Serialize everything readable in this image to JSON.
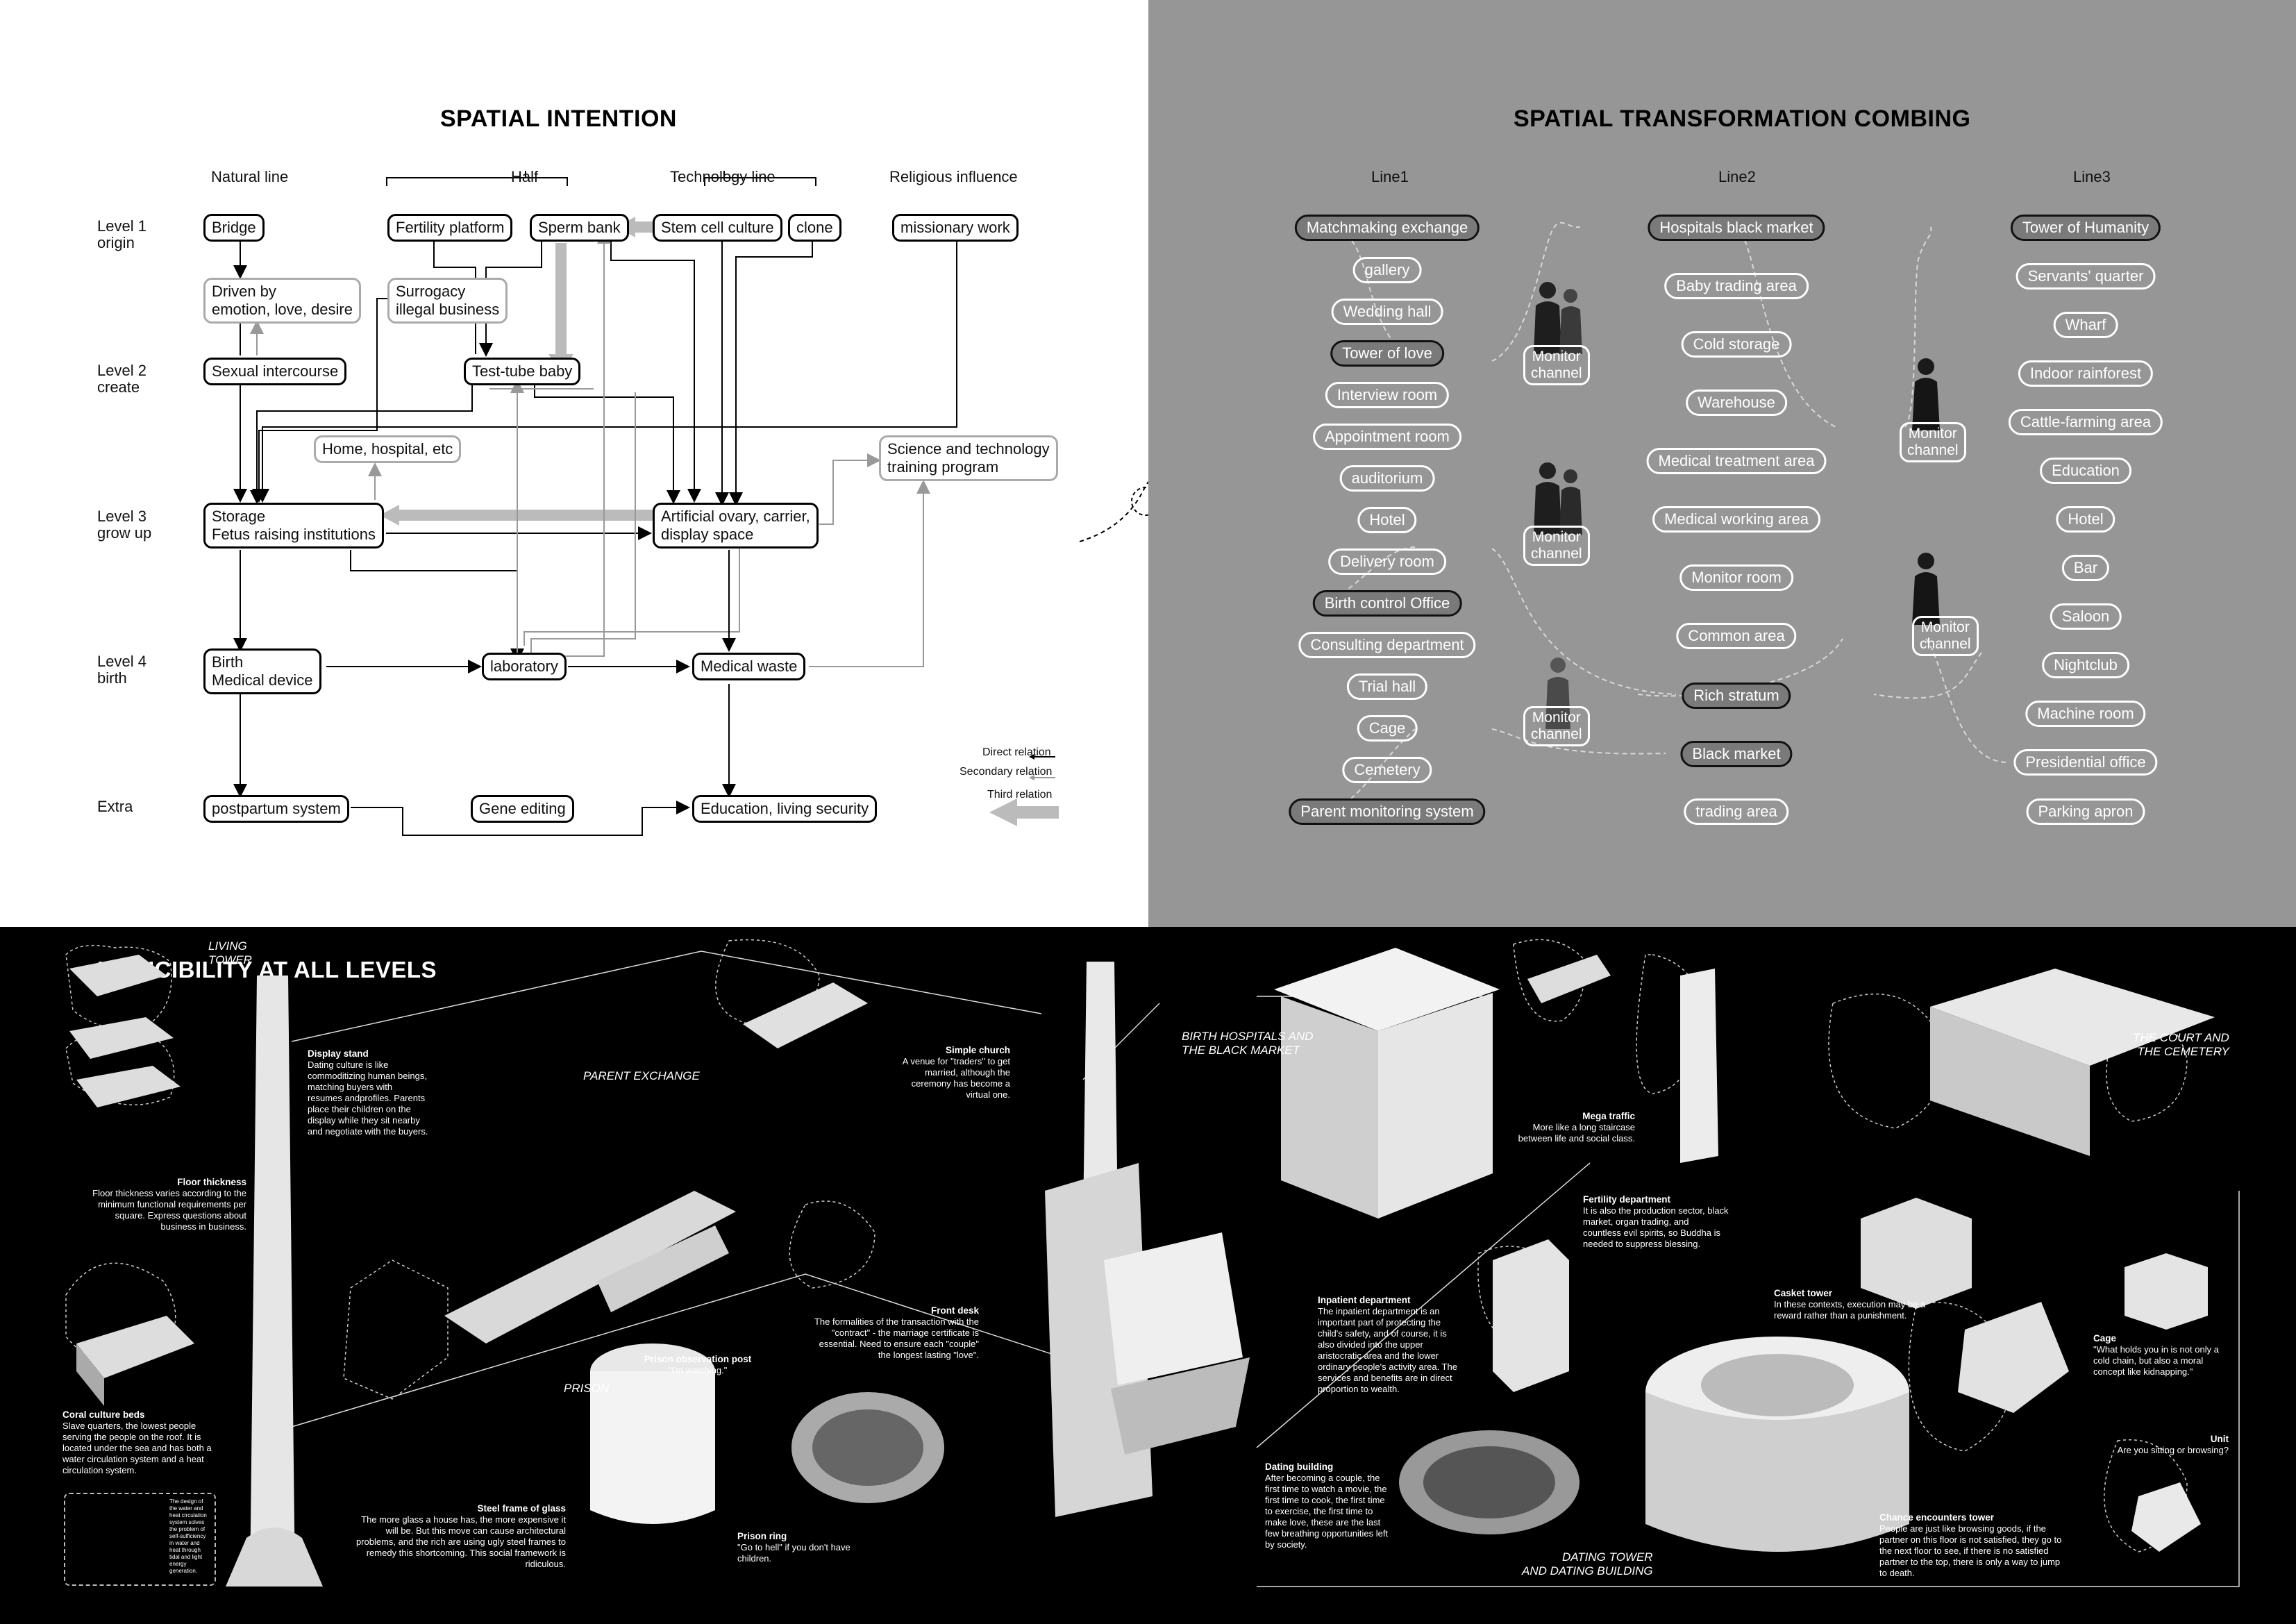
{
  "left": {
    "title": "SPATIAL INTENTION",
    "columns": [
      "Natural line",
      "Half",
      "Technology line",
      "Religious influence"
    ],
    "levels": [
      "Level 1\norigin",
      "Level 2\ncreate",
      "Level 3\ngrow up",
      "Level 4\nbirth",
      "Extra"
    ],
    "nodes": {
      "bridge": "Bridge",
      "fertility_platform": "Fertility platform",
      "sperm_bank": "Sperm bank",
      "stem_cell": "Stem cell culture",
      "clone": "clone",
      "missionary": "missionary work",
      "driven": "Driven by\nemotion, love, desire",
      "surrogacy": "Surrogacy\n illegal business",
      "sexual": "Sexual intercourse",
      "test_tube": "Test-tube baby",
      "home": "Home, hospital, etc",
      "science": "Science and technology\ntraining program",
      "storage": "Storage\nFetus raising institutions",
      "ovary": "Artificial ovary, carrier,\ndisplay space",
      "birth": "Birth\nMedical device",
      "laboratory": "laboratory",
      "medical_waste": "Medical waste",
      "postpartum": "postpartum system",
      "gene_editing": "Gene editing",
      "education": "Education, living security"
    },
    "legend": [
      "Direct relation",
      "Secondary relation",
      "Third relation"
    ]
  },
  "right": {
    "title": "SPATIAL TRANSFORMATION COMBING",
    "lines": [
      "Line1",
      "Line2",
      "Line3"
    ],
    "line1": [
      "Matchmaking exchange",
      "gallery",
      "Wedding hall",
      "Tower of love",
      "Interview room",
      "Appointment room",
      "auditorium",
      "Hotel",
      "Delivery room",
      "Birth control Office",
      "Consulting department",
      "Trial hall",
      "Cage",
      "Cemetery",
      "Parent monitoring system"
    ],
    "line2": [
      "Hospitals black market",
      "Baby trading area",
      "Cold storage",
      "Warehouse",
      "Medical treatment area",
      "Medical working area",
      "Monitor room",
      "Common area",
      "Rich stratum",
      "Black market",
      "trading area"
    ],
    "line3": [
      "Tower of Humanity",
      "Servants' quarter",
      "Wharf",
      "Indoor rainforest",
      "Cattle-farming area",
      "Education",
      "Hotel",
      "Bar",
      "Saloon",
      "Nightclub",
      "Machine room",
      "Presidential office",
      "Parking apron"
    ],
    "monitor": "Monitor\nchannel"
  },
  "bottom": {
    "title": "INDUCIBILITY AT ALL LEVELS",
    "labels": {
      "living_tower": "LIVING\nTOWER",
      "parent_exchange": "PARENT EXCHANGE",
      "prison": "PRISON",
      "birth_hospitals": "BIRTH HOSPITALS AND\nTHE BLACK MARKET",
      "court": "THE COURT AND\nTHE CEMETERY",
      "dating": "DATING TOWER\nAND DATING BUILDING"
    },
    "notes": {
      "display_stand_t": "Display stand",
      "display_stand_d": "Dating culture is like commoditizing human beings, matching buyers with resumes andprofiles. Parents place their children on the display while they sit nearby and negotiate with the buyers.",
      "floor_t": "Floor thickness",
      "floor_d": "Floor thickness varies according to the minimum functional requirements per square. Express questions about business in business.",
      "coral_t": "Coral culture beds",
      "coral_d": "Slave quarters, the lowest people serving the people on the roof. It is located under the sea and has both a water circulation system and a heat circulation system.",
      "church_t": "Simple church",
      "church_d": "A venue for \"traders\" to get married, although the ceremony has become a virtual one.",
      "front_t": "Front desk",
      "front_d": "The formalities of the transaction with the \"contract\" - the marriage certificate is essential. Need to ensure each \"couple\" the longest lasting \"love\".",
      "obs_t": "Prison observation post",
      "obs_d": "\"I'm watching.\"",
      "steel_t": "Steel frame of glass",
      "steel_d": "The more glass a house has, the more expensive it will be. But this move can cause architectural problems, and the rich are using ugly steel frames to remedy this shortcoming. This social framework is ridiculous.",
      "ring_t": "Prison ring",
      "ring_d": "\"Go to hell\" if you don't have children.",
      "mega_t": "Mega traffic",
      "mega_d": "More like a long staircase between life and social class.",
      "fert_t": "Fertility department",
      "fert_d": "It is also the production sector, black market, organ trading, and countless evil spirits, so Buddha is needed to suppress blessing.",
      "inpat_t": "Inpatient department",
      "inpat_d": "The inpatient department is an important part of protecting the child's safety, and of course, it is also divided into the upper aristocratic area and the lower ordinary people's activity area. The services and benefits are in direct proportion to wealth.",
      "datingb_t": "Dating building",
      "datingb_d": "After becoming a couple, the first time to watch a movie, the first time to cook, the first time to exercise, the first time to make love, these are the last few breathing opportunities left by society.",
      "casket_t": "Casket tower",
      "casket_d": "In these contexts, execution may be a reward rather than a punishment.",
      "cage_t": "Cage",
      "cage_d": "\"What holds you in is not only a cold chain, but also a moral concept like kidnapping.\"",
      "unit_t": "Unit",
      "unit_d": "Are you sitting or browsing?",
      "chance_t": "Chance encounters tower",
      "chance_d": "People are just like browsing goods, if the partner on this floor is not satisfied, they go to the next floor to see, if there is no satisfied partner to the top, there is only a way to jump to death.",
      "coral_small": "The design of the water and heat circulation system solves the problem of self-sufficiency in water and heat through tidal and light energy generation."
    }
  }
}
